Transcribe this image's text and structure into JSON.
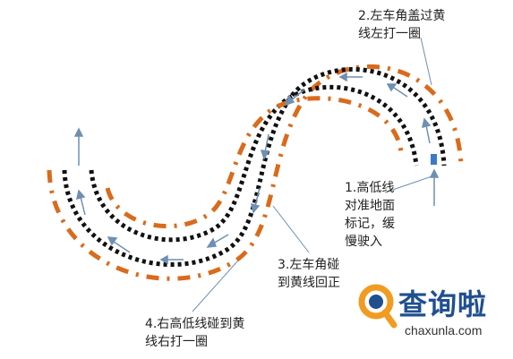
{
  "annotations": {
    "step1": "1.高低线\n对准地面\n标记，缓\n慢驶入",
    "step2": "2.左车角盖过黄\n线左打一圈",
    "step3": "3.左车角碰\n到黄线回正",
    "step4": "4.右高低线碰到黄\n线右打一圈"
  },
  "logo": {
    "name": "查询啦",
    "url": "chaxunla.com"
  },
  "colors": {
    "black_line": "#111111",
    "orange_line": "#d96b1c",
    "arrow": "#6f8fb3",
    "logo_blue": "#1f4f8f",
    "logo_orange": "#f29b21"
  }
}
